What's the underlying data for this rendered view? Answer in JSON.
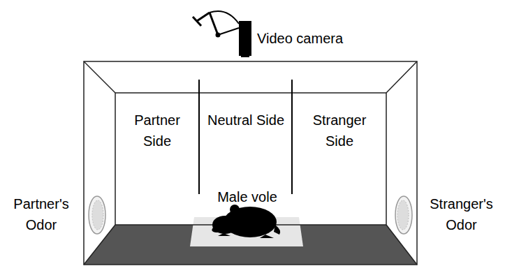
{
  "diagram": {
    "labels": [
      "Video camera",
      "Partner Side",
      "Neutral Side",
      "Stranger Side",
      "Partner's Odor",
      "Male vole",
      "Stranger's Odor"
    ]
  }
}
